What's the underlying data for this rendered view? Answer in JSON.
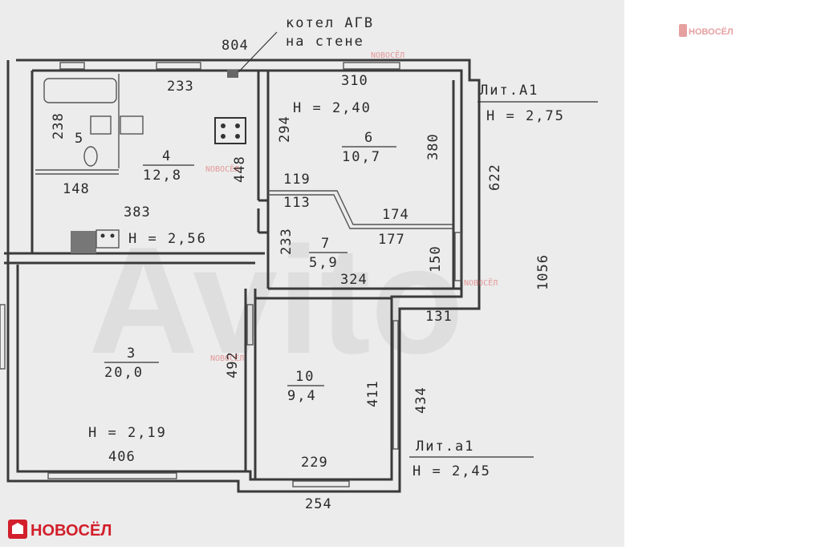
{
  "annotation": {
    "line1": "котел АГВ",
    "line2": "на стене"
  },
  "dimensions": {
    "d804": "804",
    "d233": "233",
    "d310": "310",
    "d238": "238",
    "d294": "294",
    "d380": "380",
    "d448": "448",
    "d148": "148",
    "d119": "119",
    "d113": "113",
    "d622": "622",
    "d174": "174",
    "d383": "383",
    "d233b": "233",
    "d177": "177",
    "d150": "150",
    "d324": "324",
    "d1056": "1056",
    "d131": "131",
    "d492": "492",
    "d411": "411",
    "d434": "434",
    "d406": "406",
    "d229": "229",
    "d254": "254"
  },
  "rooms": [
    {
      "number": "5",
      "area": ""
    },
    {
      "number": "4",
      "area": "12,8"
    },
    {
      "number": "6",
      "area": "10,7"
    },
    {
      "number": "7",
      "area": "5,9"
    },
    {
      "number": "3",
      "area": "20,0"
    },
    {
      "number": "10",
      "area": "9,4"
    }
  ],
  "heights": {
    "h240": "Н = 2,40",
    "h256": "Н = 2,56",
    "h219": "Н = 2,19"
  },
  "liters": {
    "a1_name": "Лит.А1",
    "a1_height": "Н = 2,75",
    "a1s_name": "Лит.а1",
    "a1s_height": "Н = 2,45"
  },
  "watermark": {
    "text": "NОВОСЁЛ",
    "big": "Avito"
  },
  "logo": {
    "text": "НОВОСЁЛ"
  },
  "colors": {
    "plan_bg": "#ececec",
    "line": "#3a3a3a",
    "logo_red": "#d21f2b"
  }
}
